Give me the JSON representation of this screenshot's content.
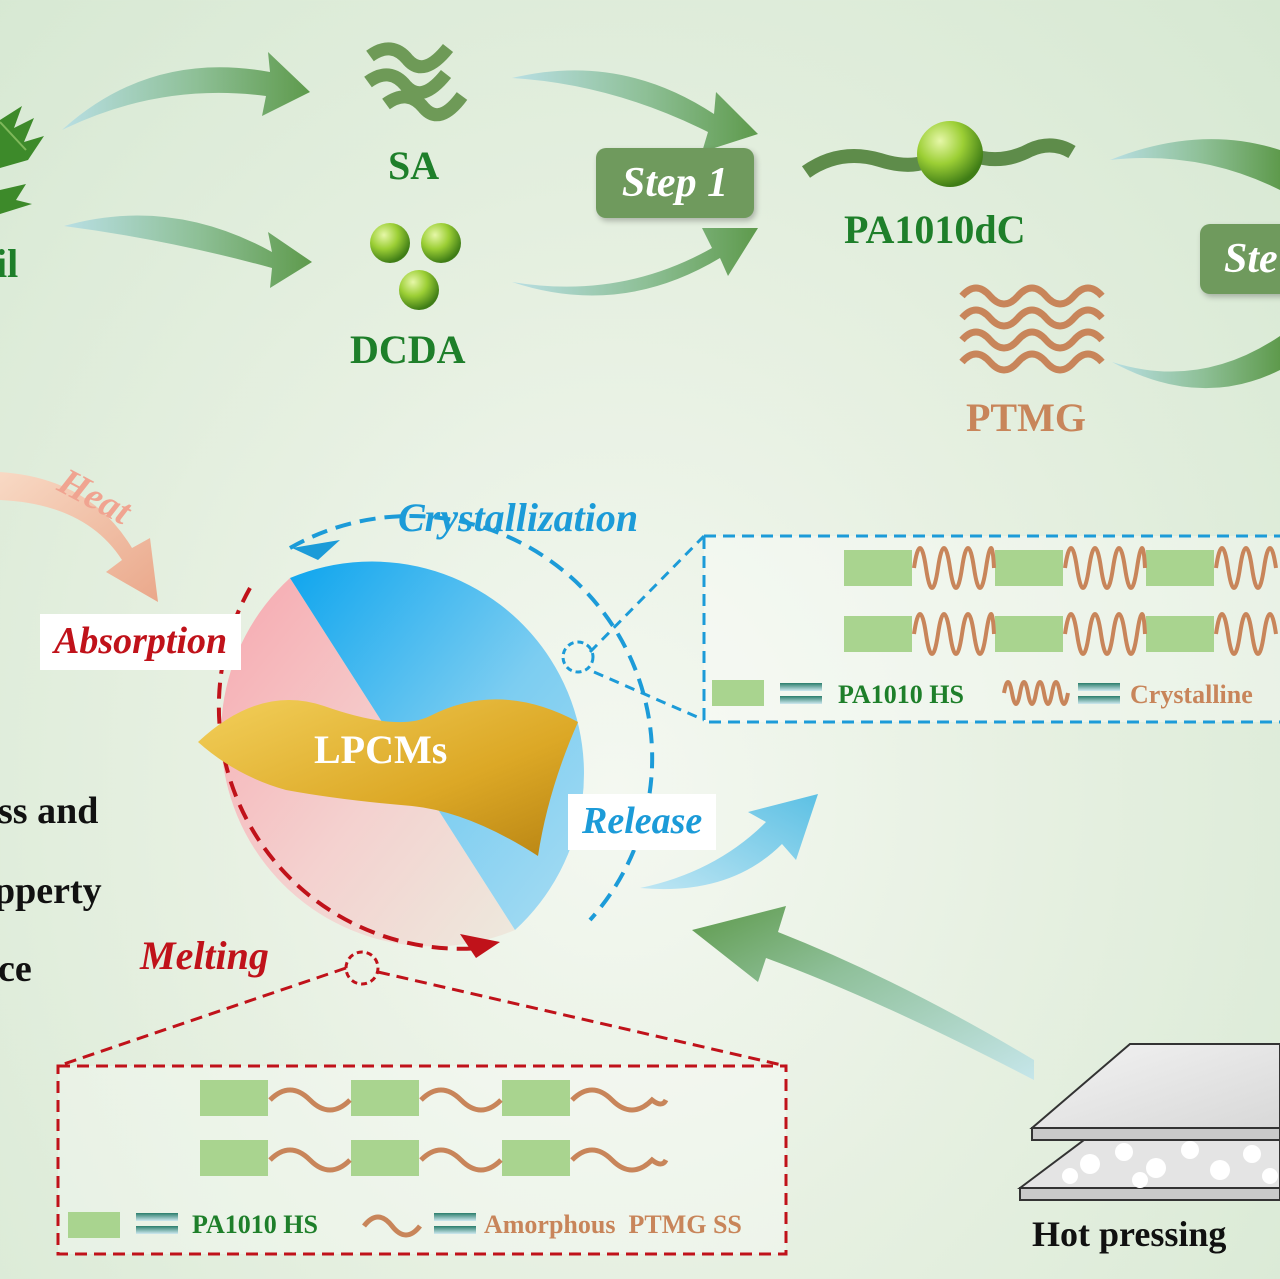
{
  "top_flow": {
    "source_fragment": "il",
    "sa_label": "SA",
    "dcda_label": "DCDA",
    "step1_label": "Step 1",
    "step2_fragment": "Ste",
    "pa_label": "PA1010dC",
    "ptmg_label": "PTMG"
  },
  "cycle": {
    "heat_label": "Heat",
    "crystallization_label": "Crystallization",
    "absorption_label": "Absorption",
    "center_label": "LPCMs",
    "release_label": "Release",
    "melting_label": "Melting"
  },
  "side_text": {
    "line1": "ss and",
    "line2": "pperty",
    "line3": "ce"
  },
  "crystalline_box": {
    "hs_label": "PA1010 HS",
    "ss_label": "Crystalline"
  },
  "amorphous_box": {
    "hs_label": "PA1010 HS",
    "ss_label": "Amorphous  PTMG SS"
  },
  "hot_pressing_label": "Hot pressing",
  "colors": {
    "green_text": "#1e7f2a",
    "ptmg_orange": "#c8855a",
    "hard_segment": "#a9d48f",
    "crystal_blue": "#1fa6e6",
    "melt_red": "#c0121a",
    "lpcm_gold": "#e2b52b"
  }
}
